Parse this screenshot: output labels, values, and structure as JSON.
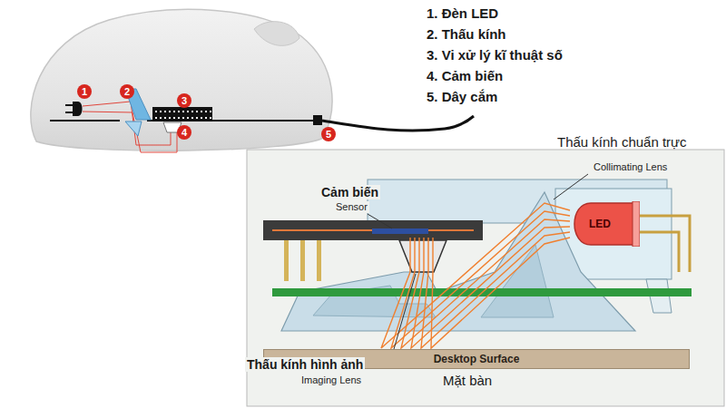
{
  "diagram": {
    "nodes": [
      {
        "text": [
          "1"
        ]
      },
      {
        "text": [
          "2"
        ]
      },
      {
        "text": [
          "3"
        ]
      },
      {
        "text": [
          "4"
        ]
      },
      {
        "text": [
          "5"
        ]
      },
      {
        "text": [
          "LED"
        ]
      },
      {
        "text": [
          "Desktop Surface"
        ]
      }
    ],
    "labels": [
      "1. Đèn LED",
      "2. Thấu kính",
      "3. Vi xử lý kĩ thuật số",
      "4. Cảm biến",
      "5. Dây cắm",
      "Thấu kính chuẩn trực",
      "Collimating Lens",
      "Cảm biến",
      "Sensor",
      "Thấu kính hình ảnh",
      "Imaging Lens",
      "Mặt bàn"
    ]
  }
}
